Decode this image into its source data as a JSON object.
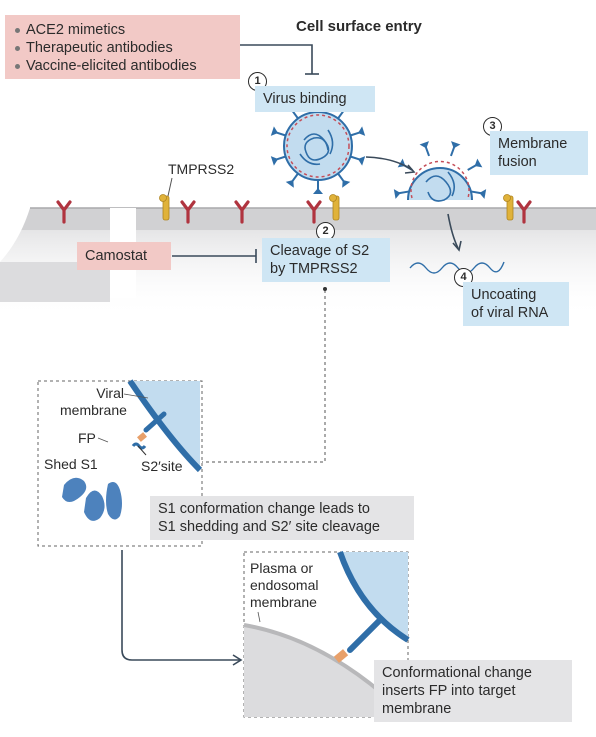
{
  "title": "Cell surface entry",
  "inhibitors": [
    "ACE2 mimetics",
    "Therapeutic antibodies",
    "Vaccine-elicited antibodies"
  ],
  "steps": [
    {
      "number": "1",
      "label": "Virus binding"
    },
    {
      "number": "2",
      "label_line1": "Cleavage of S2",
      "label_line2": "by TMPRSS2"
    },
    {
      "number": "3",
      "label_line1": "Membrane",
      "label_line2": "fusion"
    },
    {
      "number": "4",
      "label_line1": "Uncoating",
      "label_line2": "of viral RNA"
    }
  ],
  "labels": {
    "tmprss2": "TMPRSS2",
    "camostat": "Camostat",
    "viral_membrane_1": "Viral",
    "viral_membrane_2": "membrane",
    "fp": "FP",
    "s2_site": "S2′site",
    "shed_s1": "Shed S1",
    "target_membrane_1": "Plasma or",
    "target_membrane_2": "endosomal",
    "target_membrane_3": "membrane"
  },
  "captions": {
    "s1_change_1": "S1 conformation change leads to",
    "s1_change_2": "S1 shedding and S2′ site cleavage",
    "fp_insert_1": "Conformational change",
    "fp_insert_2": "inserts FP into target",
    "fp_insert_3": "membrane"
  },
  "colors": {
    "step_box": "#cfe6f4",
    "inhibitor_box": "#f2c9c6",
    "caption_box": "#e4e4e6",
    "ace2_receptor": "#b0343f",
    "tmprss2_protease": "#e0b23a",
    "spike": "#2f6ea8",
    "viral_envelope": "#c2dcef",
    "fusion_peptide": "#e8a06a"
  }
}
